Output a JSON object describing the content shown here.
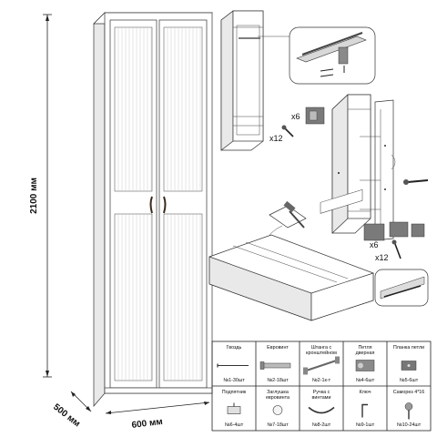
{
  "dimensions": {
    "height": "2100 мм",
    "depth": "500 мм",
    "width": "600 мм"
  },
  "callouts": {
    "screws_a": "x12",
    "hinges_a": "x6",
    "hinges_b": "x6",
    "screws_b": "x12"
  },
  "parts": [
    {
      "name": "Гвоздь",
      "count": "№1-30шт"
    },
    {
      "name": "Евровинт",
      "count": "№2-18шт"
    },
    {
      "name": "Штанга с кронштейном",
      "count": "№2-1к-т"
    },
    {
      "name": "Петля дверная",
      "count": "№4-6шт"
    },
    {
      "name": "Планка петли",
      "count": "№5-6шт"
    },
    {
      "name": "Подпятник",
      "count": "№6-4шт"
    },
    {
      "name": "Заглушка евровинта",
      "count": "№7-18шт"
    },
    {
      "name": "Ручка с винтами",
      "count": "№8-2шт"
    },
    {
      "name": "Ключ",
      "count": "№9-1шт"
    },
    {
      "name": "Саморез 4*16",
      "count": "№10-24шт"
    }
  ],
  "icons": [
    "nail-icon",
    "eurobolt-icon",
    "rod-bracket-icon",
    "hinge-icon",
    "hinge-plate-icon",
    "foot-pad-icon",
    "cap-icon",
    "handle-icon",
    "key-icon",
    "screw-icon"
  ]
}
